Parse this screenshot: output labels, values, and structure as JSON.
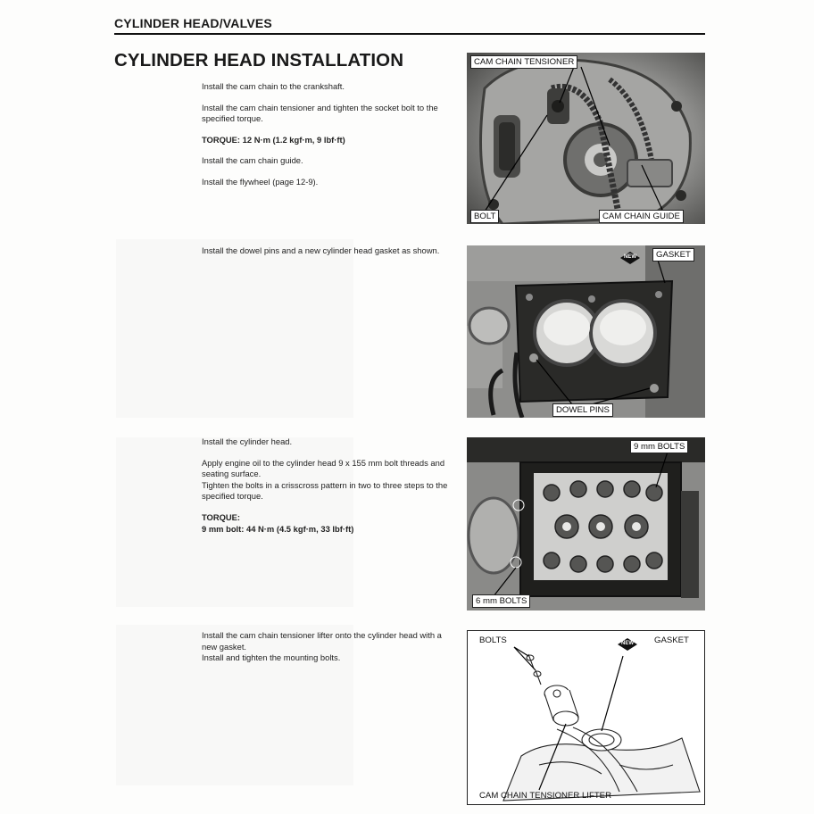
{
  "header": {
    "section": "CYLINDER HEAD/VALVES"
  },
  "title": "CYLINDER HEAD INSTALLATION",
  "step1": {
    "p1": "Install the cam chain to the crankshaft.",
    "p2": "Install the cam chain tensioner and tighten the socket bolt to the specified torque.",
    "torque": "TORQUE: 12 N·m (1.2 kgf·m, 9 lbf·ft)",
    "p3": "Install the cam chain guide.",
    "p4": "Install the flywheel (page 12-9)."
  },
  "fig1": {
    "label_tensioner": "CAM CHAIN TENSIONER",
    "label_bolt": "BOLT",
    "label_guide": "CAM CHAIN GUIDE"
  },
  "step2": {
    "p1": "Install the dowel pins and a new cylinder head gasket as shown."
  },
  "fig2": {
    "label_gasket": "GASKET",
    "label_dowel": "DOWEL PINS",
    "new_mark": "NEW"
  },
  "step3": {
    "p1": "Install the cylinder head.",
    "p2a": "Apply engine oil to the cylinder head 9 x 155 mm bolt threads and seating surface.",
    "p2b": "Tighten the bolts in a crisscross pattern in two to three steps to the specified torque.",
    "torque_label": "TORQUE:",
    "torque_value": "9 mm bolt: 44 N·m (4.5 kgf·m, 33 lbf·ft)"
  },
  "fig3": {
    "label_9mm": "9 mm BOLTS",
    "label_6mm": "6 mm BOLTS"
  },
  "step4": {
    "p1": "Install the cam chain tensioner lifter onto the cylinder head with a new gasket.",
    "p2": "Install and tighten the mounting bolts."
  },
  "fig4": {
    "label_bolts": "BOLTS",
    "label_gasket": "GASKET",
    "label_lifter": "CAM CHAIN TENSIONER LIFTER",
    "new_mark": "NEW"
  }
}
